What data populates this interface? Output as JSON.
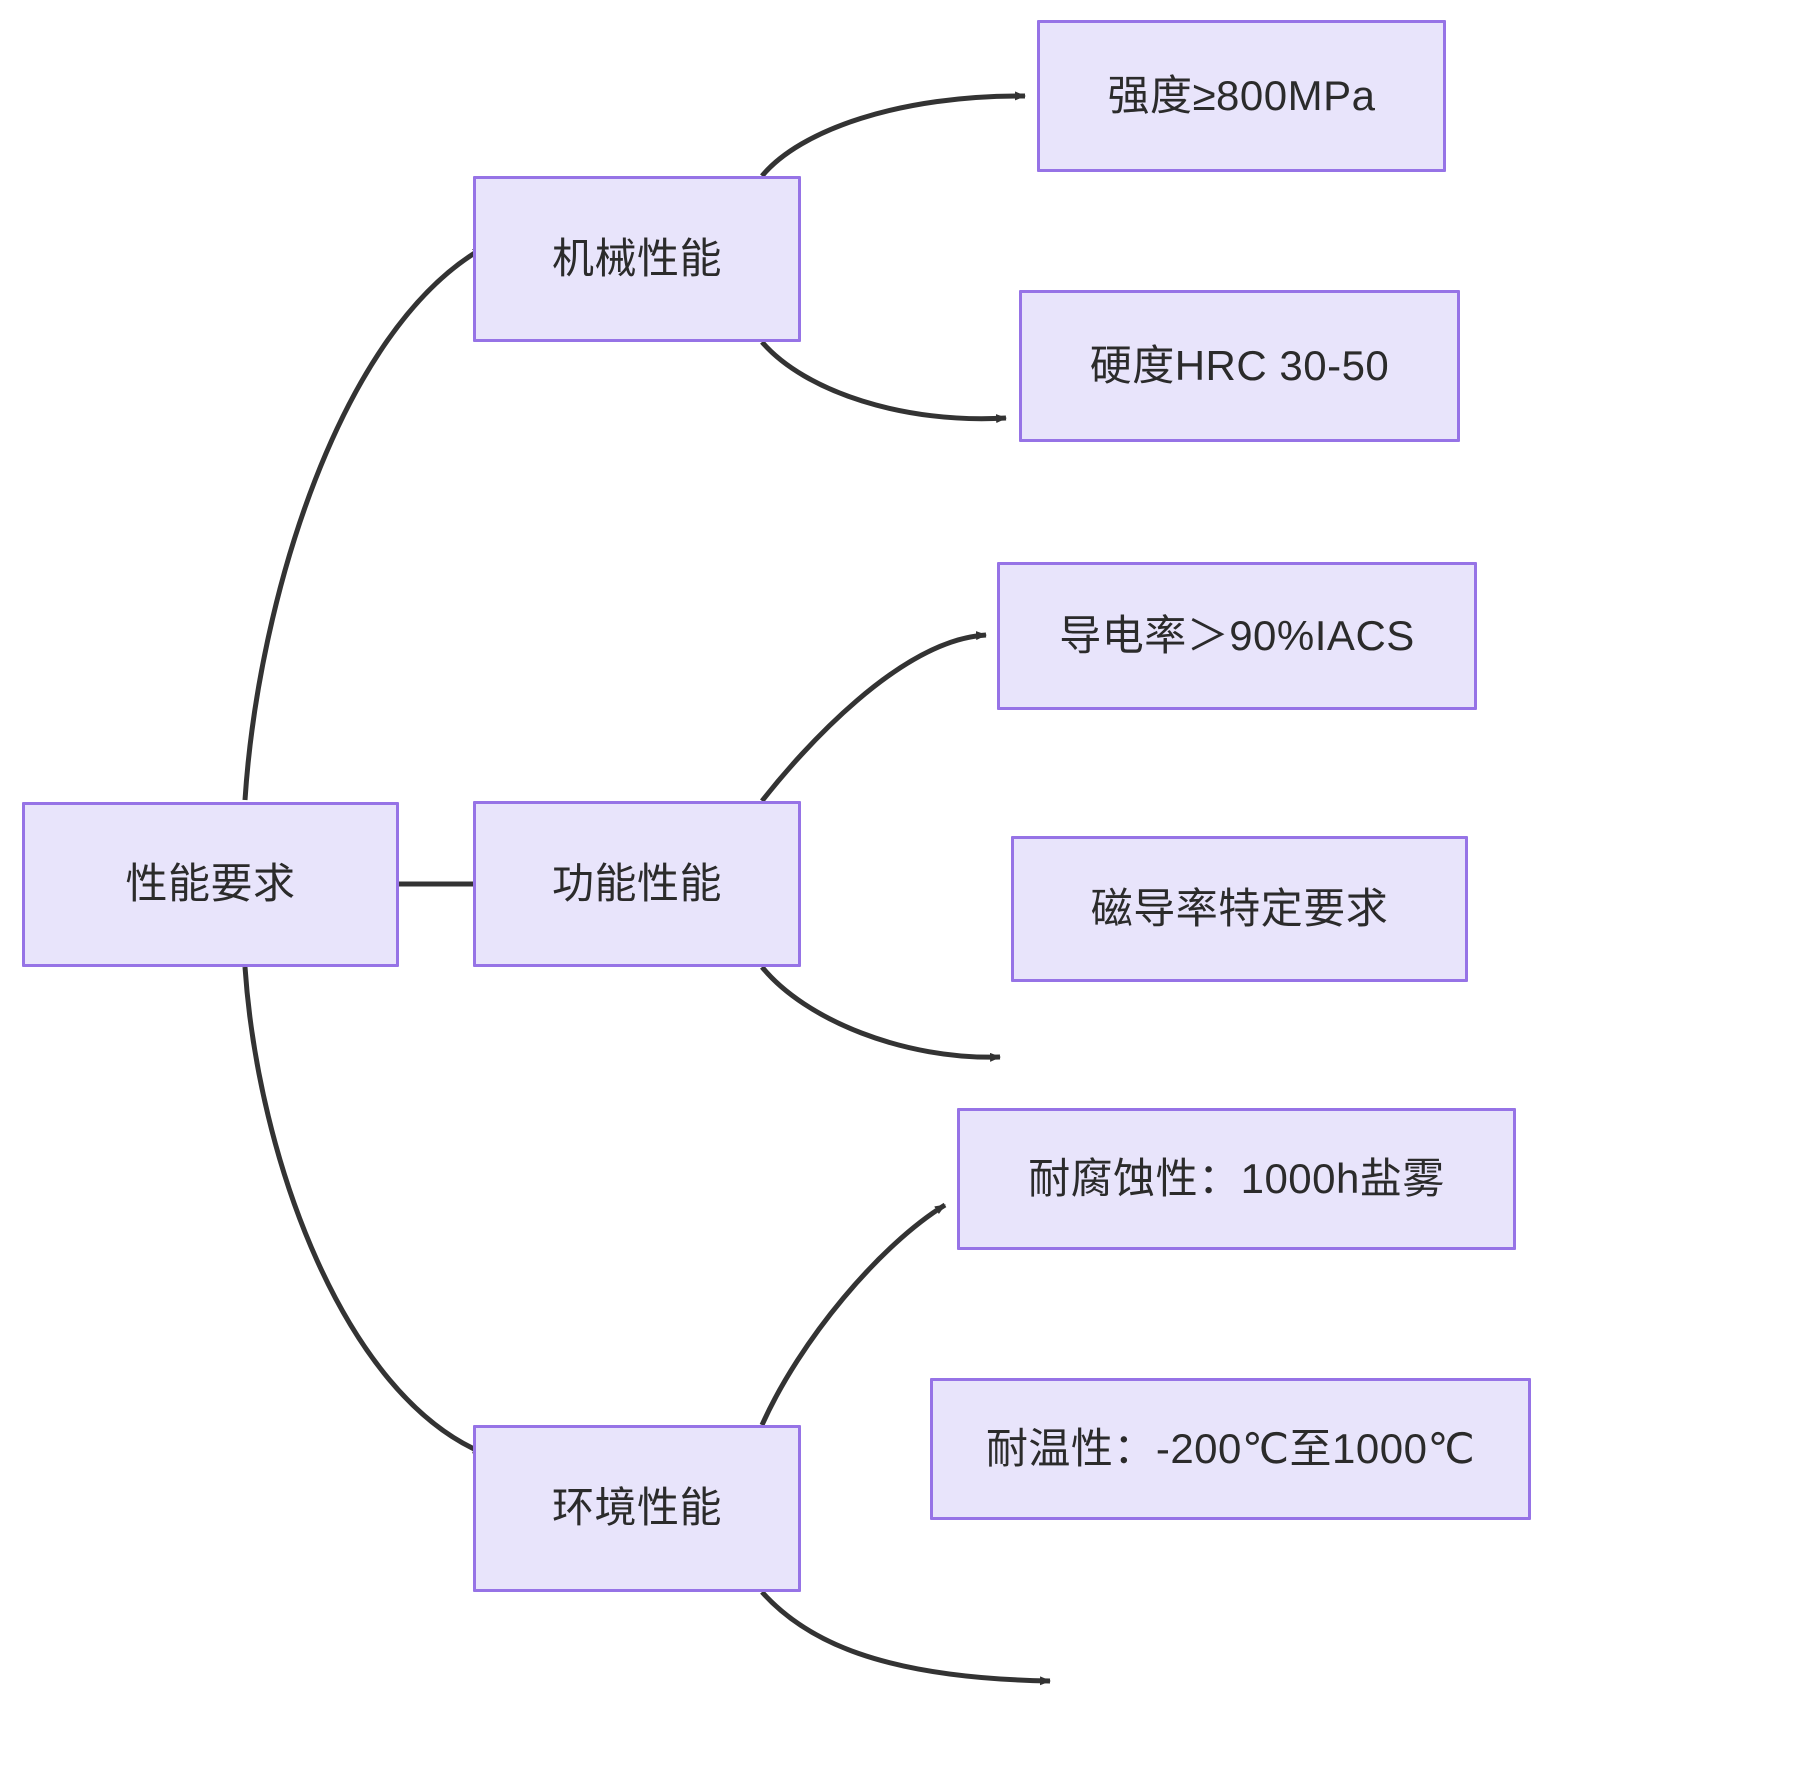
{
  "diagram": {
    "type": "flowchart",
    "direction": "left-to-right",
    "background_color": "#ffffff",
    "node_fill_color": "#e8e4fb",
    "node_border_color": "#9673e6",
    "edge_color": "#333333",
    "text_color": "#2b2b2b",
    "root": {
      "id": "root",
      "label": "性能要求"
    },
    "branches": [
      {
        "id": "mechanical",
        "label": "机械性能",
        "leaves": [
          {
            "id": "strength",
            "label": "强度≥800MPa"
          },
          {
            "id": "hardness",
            "label": "硬度HRC 30-50"
          }
        ]
      },
      {
        "id": "functional",
        "label": "功能性能",
        "leaves": [
          {
            "id": "conductivity",
            "label": "导电率＞90%IACS"
          },
          {
            "id": "permeability",
            "label": "磁导率特定要求"
          }
        ]
      },
      {
        "id": "environmental",
        "label": "环境性能",
        "leaves": [
          {
            "id": "corrosion",
            "label": "耐腐蚀性：1000h盐雾"
          },
          {
            "id": "temperature",
            "label": "耐温性：-200℃至1000℃"
          }
        ]
      }
    ],
    "edges": [
      {
        "from": "root",
        "to": "mechanical"
      },
      {
        "from": "root",
        "to": "functional"
      },
      {
        "from": "root",
        "to": "environmental"
      },
      {
        "from": "mechanical",
        "to": "strength"
      },
      {
        "from": "mechanical",
        "to": "hardness"
      },
      {
        "from": "functional",
        "to": "conductivity"
      },
      {
        "from": "functional",
        "to": "permeability"
      },
      {
        "from": "environmental",
        "to": "corrosion"
      },
      {
        "from": "environmental",
        "to": "temperature"
      }
    ]
  }
}
